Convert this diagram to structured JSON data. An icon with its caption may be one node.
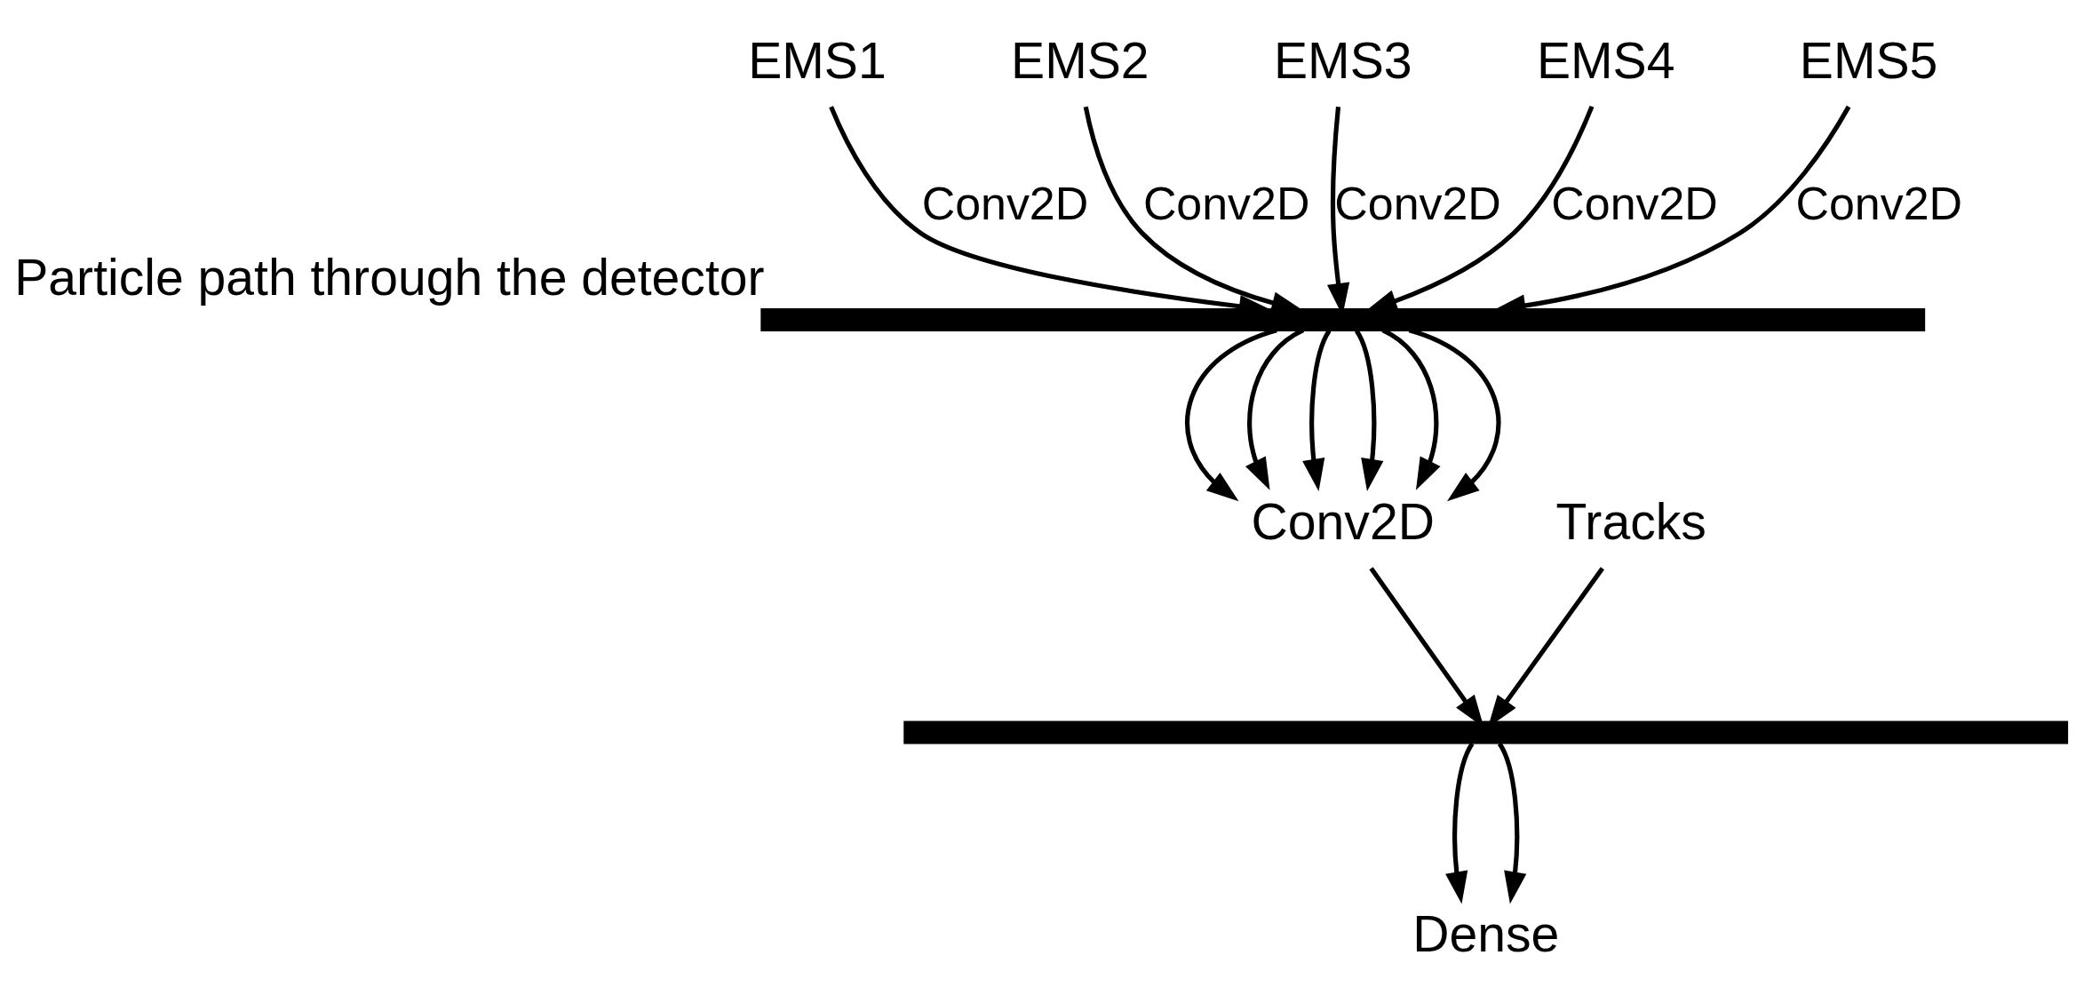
{
  "diagram": {
    "nodes": [
      {
        "text": [
          "EMS1"
        ]
      },
      {
        "text": [
          "EMS2"
        ]
      },
      {
        "text": [
          "EMS3"
        ]
      },
      {
        "text": [
          "EMS4"
        ]
      },
      {
        "text": [
          "EMS5"
        ]
      },
      {
        "text": [],
        "shape": "bar",
        "beside": [
          "Particle path through the detector"
        ]
      },
      {
        "text": [
          "Conv2D"
        ]
      },
      {
        "text": [
          "Tracks"
        ]
      },
      {
        "text": [],
        "shape": "bar"
      },
      {
        "text": [
          "Dense"
        ]
      }
    ],
    "edges": [
      {
        "from": 0,
        "to": 5,
        "arrow": "to",
        "label": "Conv2D"
      },
      {
        "from": 1,
        "to": 5,
        "arrow": "to",
        "label": "Conv2D"
      },
      {
        "from": 2,
        "to": 5,
        "arrow": "to",
        "label": "Conv2D"
      },
      {
        "from": 3,
        "to": 5,
        "arrow": "to",
        "label": "Conv2D"
      },
      {
        "from": 4,
        "to": 5,
        "arrow": "to",
        "label": "Conv2D"
      },
      {
        "from": 5,
        "to": 6,
        "arrow": "to"
      },
      {
        "from": 5,
        "to": 6,
        "arrow": "to"
      },
      {
        "from": 5,
        "to": 6,
        "arrow": "to"
      },
      {
        "from": 5,
        "to": 6,
        "arrow": "to"
      },
      {
        "from": 5,
        "to": 6,
        "arrow": "to"
      },
      {
        "from": 5,
        "to": 6,
        "arrow": "to"
      },
      {
        "from": 6,
        "to": 8,
        "arrow": "to"
      },
      {
        "from": 7,
        "to": 8,
        "arrow": "to"
      },
      {
        "from": 8,
        "to": 9,
        "arrow": "to"
      },
      {
        "from": 8,
        "to": 9,
        "arrow": "to"
      }
    ]
  }
}
